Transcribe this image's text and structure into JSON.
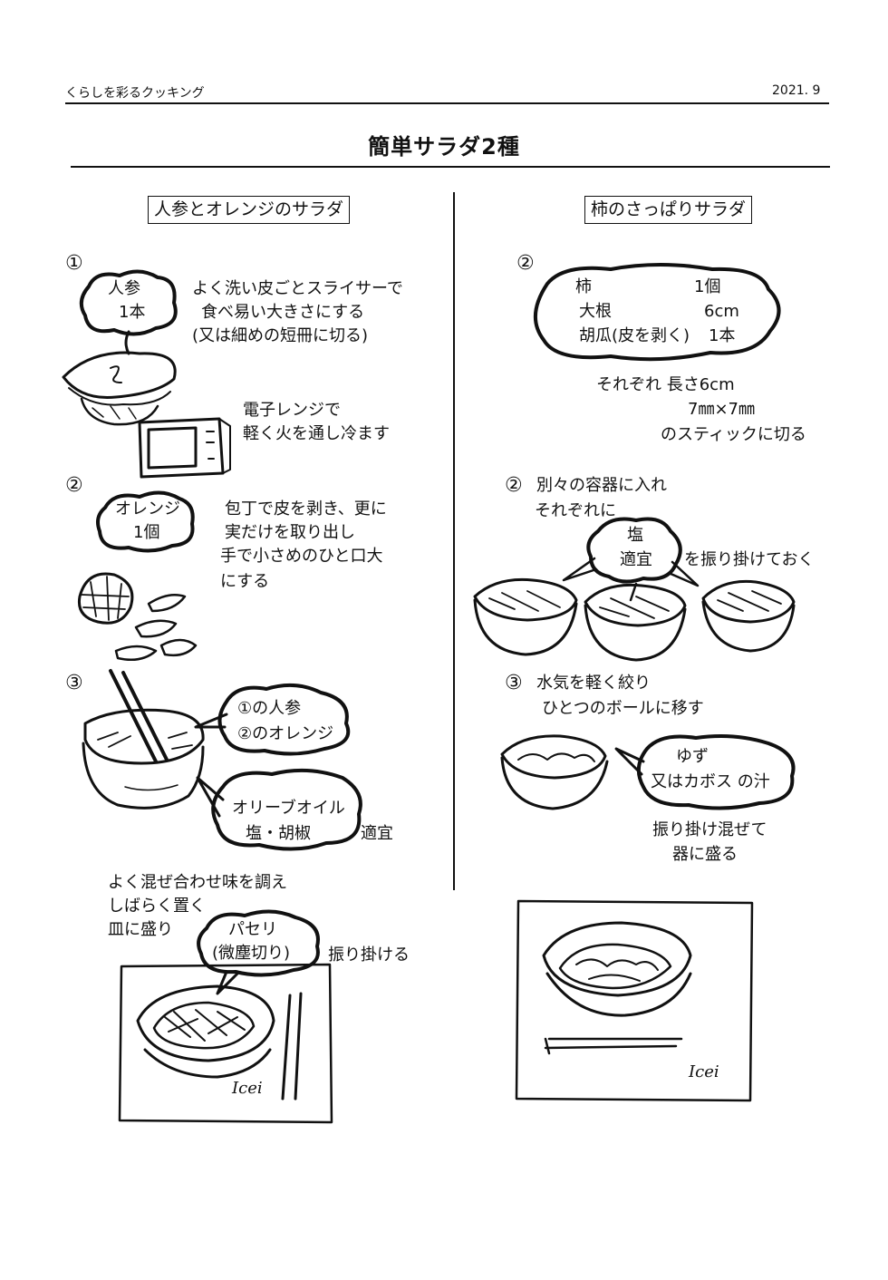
{
  "header": {
    "series": "くらしを彩るクッキング",
    "date": "2021. 9"
  },
  "title": "簡単サラダ2種",
  "left": {
    "subtitle": "人参とオレンジのサラダ",
    "step1": {
      "num": "①",
      "cloud": [
        "人参",
        "1本"
      ],
      "text": [
        "よく洗い皮ごとスライサーで",
        "食べ易い大きさにする",
        "(又は細めの短冊に切る)"
      ],
      "micro": [
        "電子レンジで",
        "軽く火を通し冷ます"
      ]
    },
    "step2": {
      "num": "②",
      "cloud": [
        "オレンジ",
        "1個"
      ],
      "text": [
        "包丁で皮を剥き、更に",
        "実だけを取り出し",
        "手で小さめのひと口大",
        "にする"
      ]
    },
    "step3": {
      "num": "③",
      "cloud1": [
        "①の人参",
        "②のオレンジ"
      ],
      "cloud2_l1": "オリーブオイル",
      "cloud2_l2a": "塩・胡椒",
      "cloud2_l2b": "適宜",
      "text": [
        "よく混ぜ合わせ味を調え",
        "しばらく置く",
        "皿に盛り"
      ],
      "cloud3": [
        "パセリ",
        "(微塵切り)"
      ],
      "after": "振り掛ける"
    }
  },
  "right": {
    "subtitle": "柿のさっぱりサラダ",
    "step1": {
      "num": "②",
      "items": [
        {
          "name": "柿",
          "qty": "1個"
        },
        {
          "name": "大根",
          "qty": "6cm"
        },
        {
          "name": "胡瓜(皮を剥く)",
          "qty": "1本"
        }
      ],
      "text": [
        "それぞれ 長さ6cm",
        "7㎜×7㎜",
        "のスティックに切る"
      ]
    },
    "step2": {
      "num": "②",
      "text": [
        "別々の容器に入れ",
        "それぞれに"
      ],
      "cloud": [
        "塩",
        "適宜"
      ],
      "after": "を振り掛けておく"
    },
    "step3": {
      "num": "③",
      "text": [
        "水気を軽く絞り",
        "ひとつのボールに移す"
      ],
      "cloud": [
        "ゆず",
        "又はカボス の汁"
      ],
      "after": [
        "振り掛け混ぜて",
        "器に盛る"
      ]
    }
  },
  "signature": "Icei"
}
